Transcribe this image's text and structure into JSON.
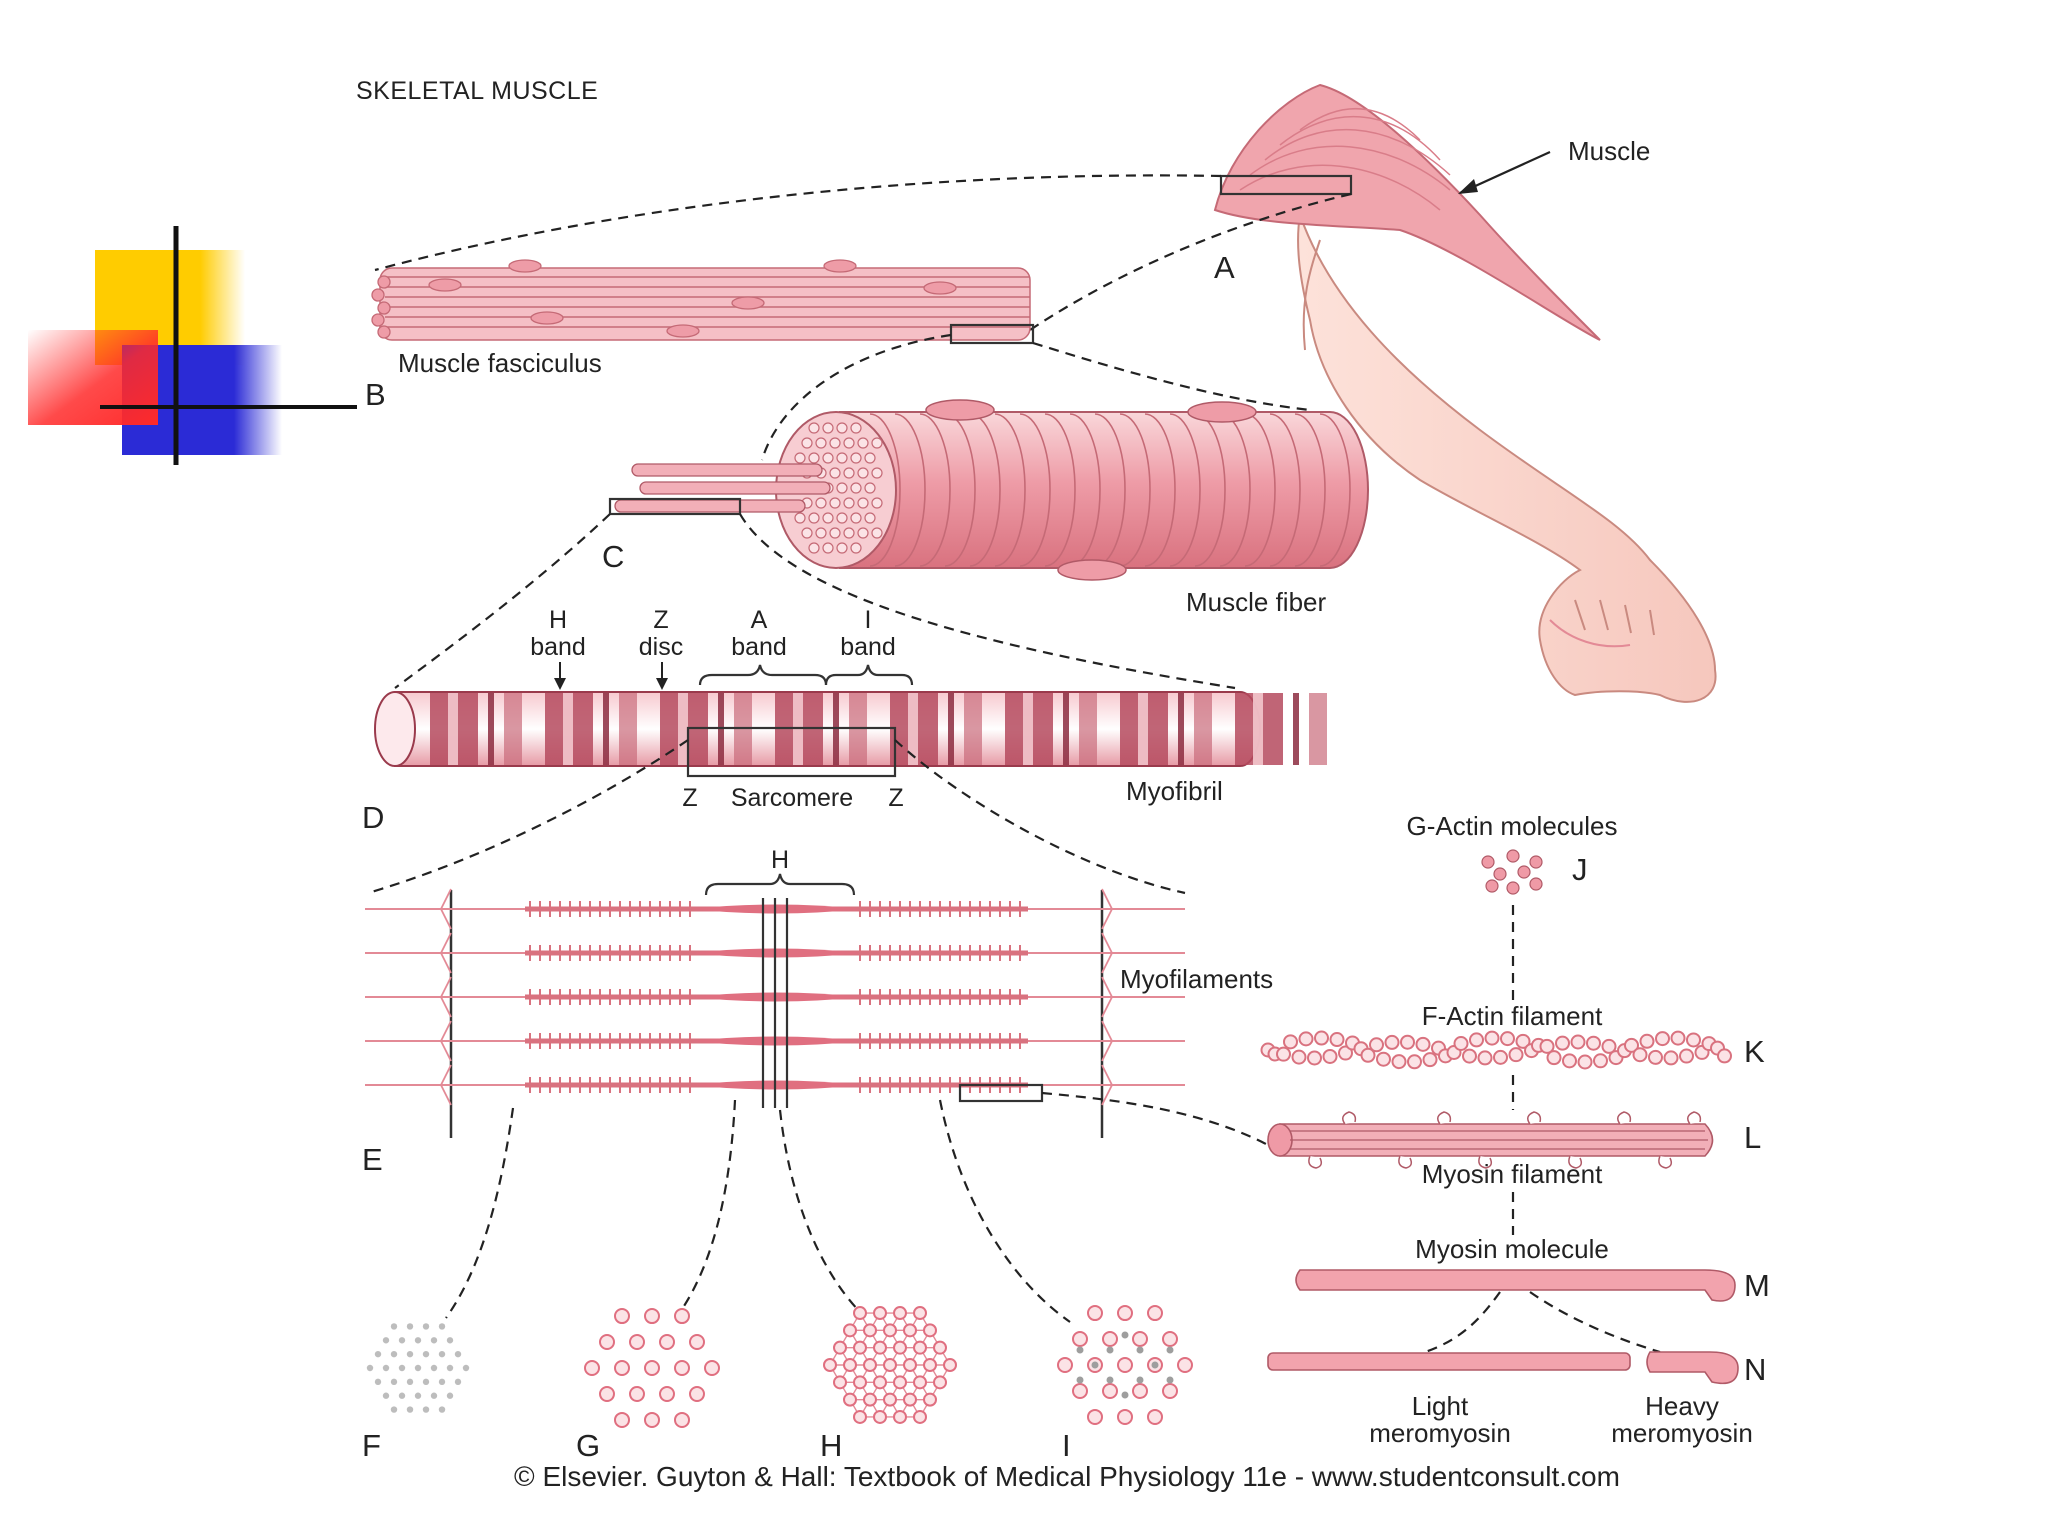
{
  "title": "SKELETAL MUSCLE",
  "colors": {
    "muscle_light": "#f6c9cc",
    "muscle_mid": "#ef9aa6",
    "muscle_dark": "#9a3a4c",
    "slide_yellow": "#ffcc00",
    "slide_red": "#ff2a2a",
    "slide_blue": "#2b2bd6"
  },
  "labels": {
    "muscle": "Muscle",
    "muscle_fasciculus": "Muscle fasciculus",
    "muscle_fiber": "Muscle fiber",
    "myofibril": "Myofibril",
    "sarcomere": "Sarcomere",
    "z_left": "Z",
    "z_right": "Z",
    "h_band_line1": "H",
    "h_band_line2": "band",
    "z_disc_line1": "Z",
    "z_disc_line2": "disc",
    "a_band_line1": "A",
    "a_band_line2": "band",
    "i_band_line1": "I",
    "i_band_line2": "band",
    "h_zone": "H",
    "myofilaments": "Myofilaments",
    "g_actin": "G-Actin molecules",
    "f_actin": "F-Actin filament",
    "myosin_filament": "Myosin filament",
    "myosin_molecule": "Myosin molecule",
    "light_line1": "Light",
    "light_line2": "meromyosin",
    "heavy_line1": "Heavy",
    "heavy_line2": "meromyosin"
  },
  "letters": {
    "A": "A",
    "B": "B",
    "C": "C",
    "D": "D",
    "E": "E",
    "F": "F",
    "G": "G",
    "H": "H",
    "I": "I",
    "J": "J",
    "K": "K",
    "L": "L",
    "M": "M",
    "N": "N"
  },
  "credit": "© Elsevier. Guyton & Hall: Textbook of Medical Physiology 11e - www.studentconsult.com"
}
